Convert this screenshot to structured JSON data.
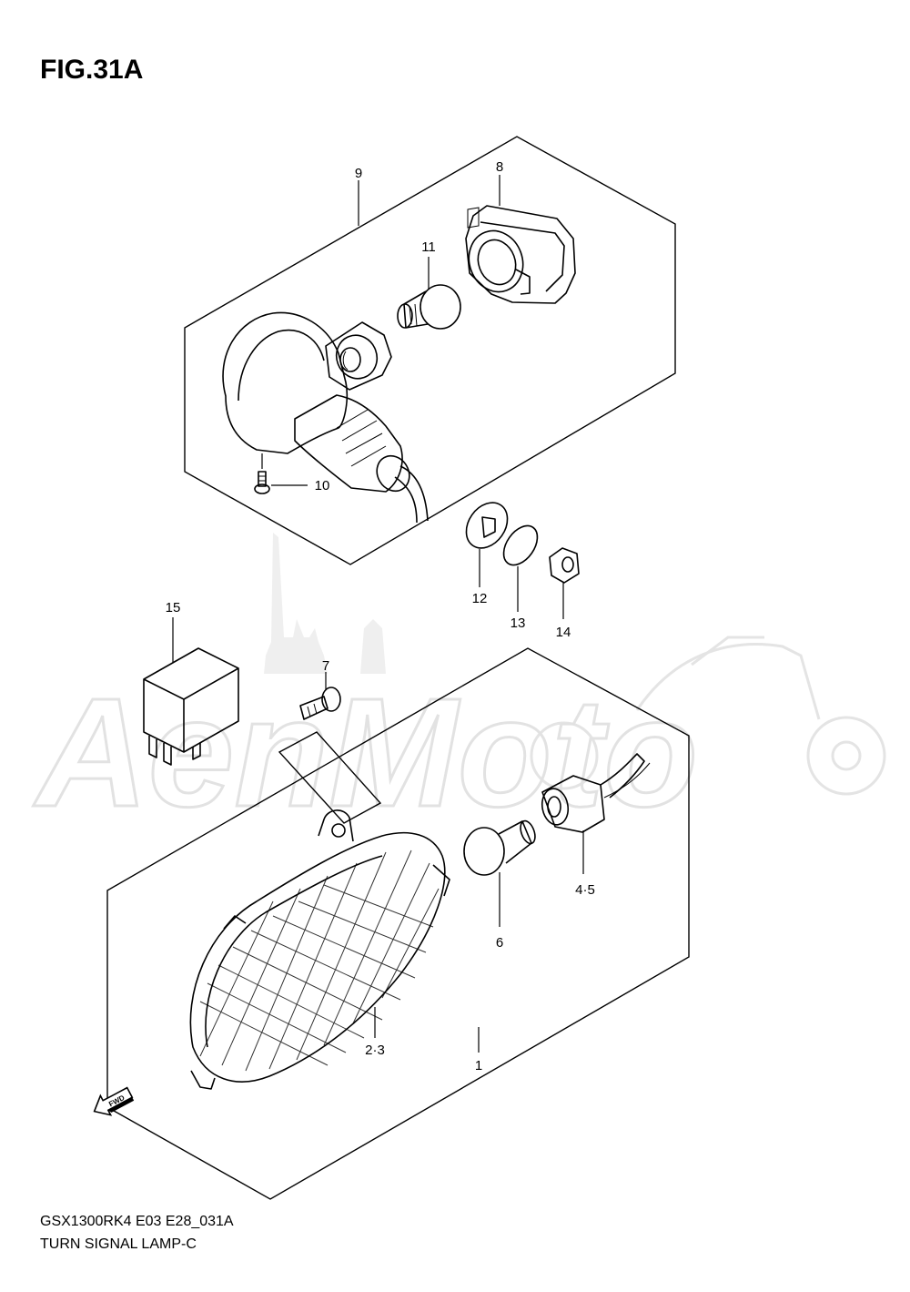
{
  "figure": {
    "title": "FIG.31A",
    "model_code": "GSX1300RK4 E03 E28_031A",
    "section_name": "TURN SIGNAL LAMP-C",
    "fwd_label": "FWD",
    "watermark_text": "AenMoto"
  },
  "callouts": [
    {
      "id": "1",
      "label": "1",
      "part": "front turn signal lamp assembly"
    },
    {
      "id": "23",
      "label": "2·3",
      "part": "lens"
    },
    {
      "id": "45",
      "label": "4·5",
      "part": "socket"
    },
    {
      "id": "6",
      "label": "6",
      "part": "bulb"
    },
    {
      "id": "7",
      "label": "7",
      "part": "screw"
    },
    {
      "id": "8",
      "label": "8",
      "part": "rear turn signal lamp assembly"
    },
    {
      "id": "9",
      "label": "9",
      "part": "lens"
    },
    {
      "id": "10",
      "label": "10",
      "part": "screw"
    },
    {
      "id": "11",
      "label": "11",
      "part": "bulb"
    },
    {
      "id": "12",
      "label": "12",
      "part": "washer"
    },
    {
      "id": "13",
      "label": "13",
      "part": "washer"
    },
    {
      "id": "14",
      "label": "14",
      "part": "nut"
    },
    {
      "id": "15",
      "label": "15",
      "part": "turn signal relay"
    }
  ]
}
